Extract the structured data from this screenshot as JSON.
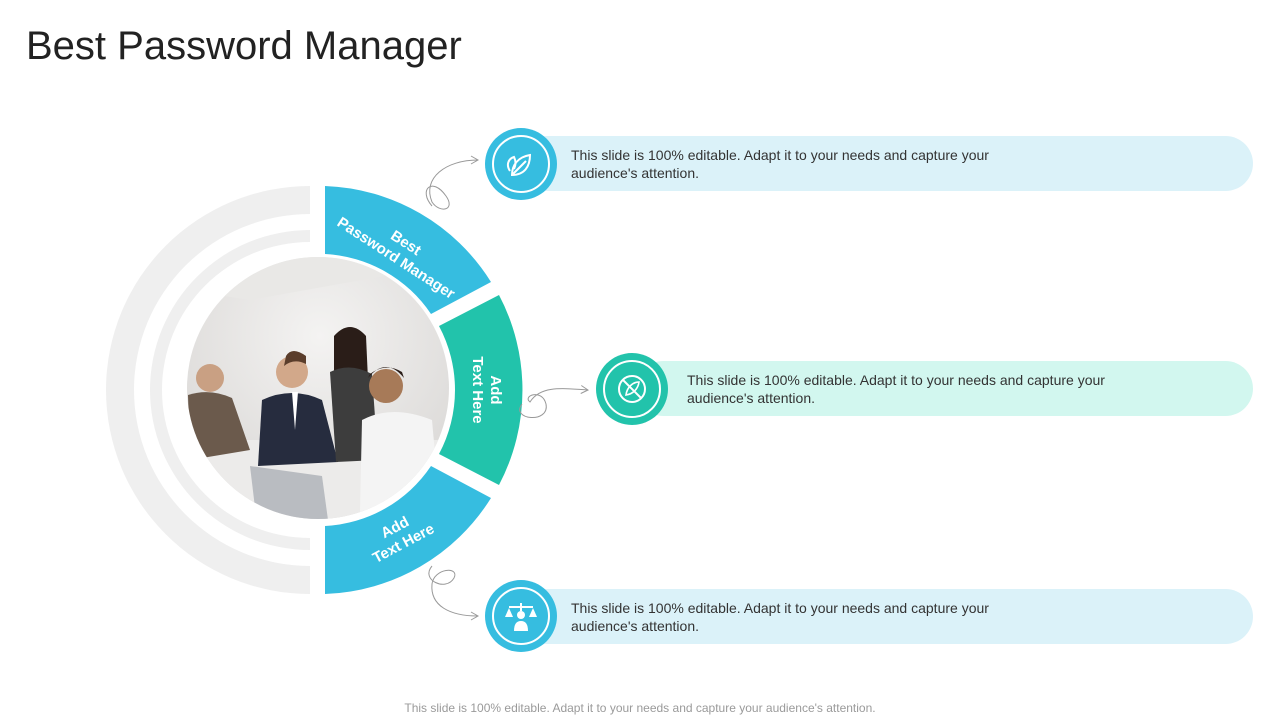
{
  "title": "Best Password Manager",
  "segments": [
    {
      "line1": "Best",
      "line2": "Password Manager",
      "color": "#36bde0"
    },
    {
      "line1": "Add",
      "line2": "Text Here",
      "color": "#22c3ab"
    },
    {
      "line1": "Add",
      "line2": "Text Here",
      "color": "#36bde0"
    }
  ],
  "items": [
    {
      "text": "This slide is 100% editable. Adapt it to your needs and capture your audience's attention.",
      "icon": "leaves-icon",
      "pill_color": "#dbf2f9",
      "circle_color": "#36bde0"
    },
    {
      "text": "This slide is 100% editable. Adapt it to your needs and capture your audience's attention.",
      "icon": "no-feather-icon",
      "pill_color": "#d2f7ef",
      "circle_color": "#22c3ab"
    },
    {
      "text": "This slide is 100% editable. Adapt it to your needs and capture your audience's attention.",
      "icon": "balance-person-icon",
      "pill_color": "#dbf2f9",
      "circle_color": "#36bde0"
    }
  ],
  "footer": "This slide is 100% editable. Adapt it to your needs and capture your audience's attention."
}
